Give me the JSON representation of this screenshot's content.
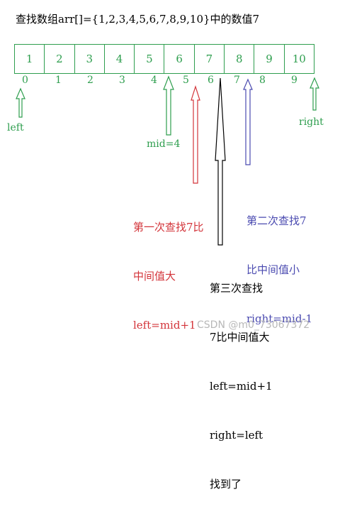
{
  "title": "查找数组arr[]={1,2,3,4,5,6,7,8,9,10}中的数值7",
  "cells": [
    "1",
    "2",
    "3",
    "4",
    "5",
    "6",
    "7",
    "8",
    "9",
    "10"
  ],
  "indices": [
    "0",
    "1",
    "2",
    "3",
    "4",
    "5",
    "6",
    "7",
    "8",
    "9"
  ],
  "labels": {
    "left": "left",
    "right": "right",
    "mid": "mid=4"
  },
  "notes": {
    "first": [
      "第一次查找7比",
      "中间值大",
      "left=mid+1"
    ],
    "second": [
      "第二次查找7",
      "比中间值小",
      "right=mid-1"
    ],
    "third": [
      "第三次查找",
      "7比中间值大",
      "left=mid+1",
      "right=left",
      "找到了"
    ]
  },
  "watermark": "CSDN @m0_73067372",
  "colors": {
    "green": "#2e9e4e",
    "red": "#d3343a",
    "blue": "#4a4ab0",
    "black": "#000000"
  }
}
